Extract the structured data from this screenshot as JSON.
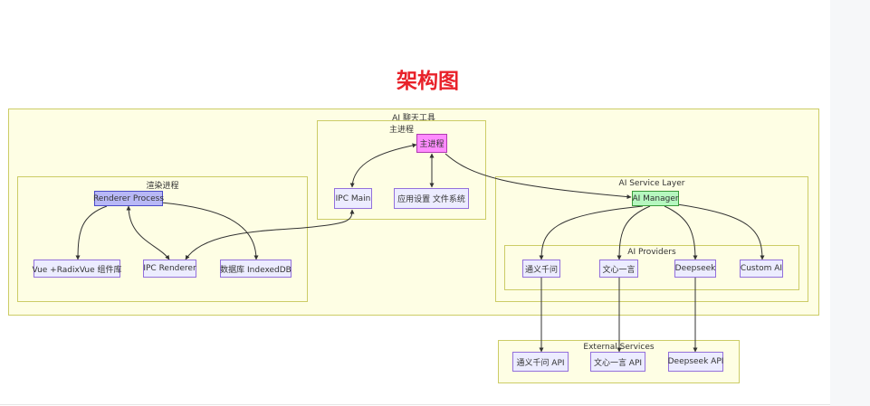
{
  "title": "架构图",
  "clusters": {
    "app": "AI 聊天工具",
    "main": "主进程",
    "render": "渲染进程",
    "ai_layer": "AI Service Layer",
    "providers": "AI Providers",
    "external": "External Services"
  },
  "nodes": {
    "main_process": "主进程",
    "ipc_main": "IPC Main",
    "app_settings": "应用设置 文件系统",
    "renderer_process": "Renderer Process",
    "vue": "Vue +RadixVue 组件库",
    "ipc_renderer": "IPC Renderer",
    "database": "数据库 IndexedDB",
    "ai_manager": "AI Manager",
    "tongyi": "通义千问",
    "wenxin": "文心一言",
    "deepseek": "Deepseek",
    "custom_ai": "Custom AI",
    "tongyi_api": "通义千问 API",
    "wenxin_api": "文心一言 API",
    "deepseek_api": "Deepseek API"
  },
  "colors": {
    "title": "#e8222a",
    "cluster_fill": "#fefee4",
    "node_fill": "#ececff",
    "renderer_fill": "#b8b8f6",
    "main_fill": "#ff8cff",
    "ai_manager_fill": "#b6f7bf",
    "edge": "#333333"
  }
}
